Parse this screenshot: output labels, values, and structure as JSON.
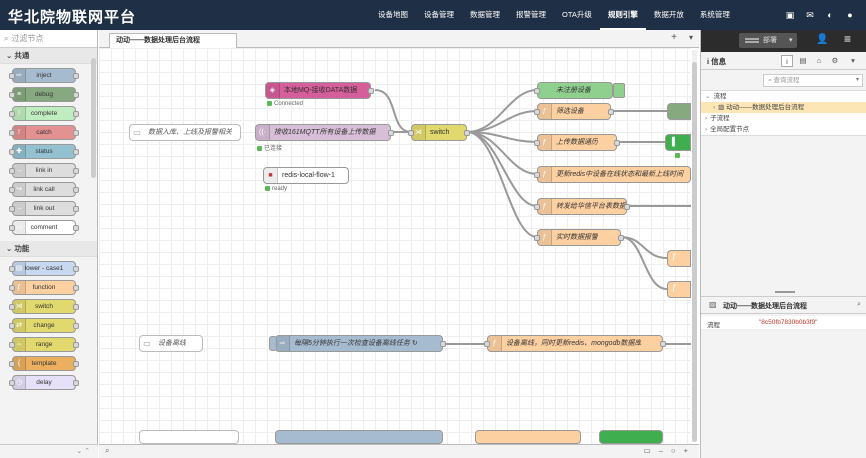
{
  "header": {
    "title": "华北院物联网平台",
    "nav": [
      "设备地图",
      "设备管理",
      "数据管理",
      "报警管理",
      "OTA升级",
      "规则引擎",
      "数据开放",
      "系统管理"
    ],
    "active_nav": "规则引擎",
    "icons": [
      "calendar-icon",
      "mail-icon",
      "theme-icon",
      "user-icon"
    ]
  },
  "palette": {
    "filter_placeholder": "过滤节点",
    "categories": [
      {
        "name": "共通",
        "nodes": [
          {
            "label": "inject",
            "color": "#a6bbcf"
          },
          {
            "label": "debug",
            "color": "#87a980"
          },
          {
            "label": "complete",
            "color": "#c0edc0"
          },
          {
            "label": "catch",
            "color": "#e49191"
          },
          {
            "label": "status",
            "color": "#94c1d0"
          },
          {
            "label": "link in",
            "color": "#dddddd"
          },
          {
            "label": "link call",
            "color": "#dddddd"
          },
          {
            "label": "link out",
            "color": "#dddddd"
          },
          {
            "label": "comment",
            "color": "#ffffff"
          }
        ]
      },
      {
        "name": "功能",
        "nodes": [
          {
            "label": "lower - case1",
            "color": "#c7d8f0"
          },
          {
            "label": "function",
            "color": "#fdd0a2"
          },
          {
            "label": "switch",
            "color": "#e2d96e"
          },
          {
            "label": "change",
            "color": "#e2d96e"
          },
          {
            "label": "range",
            "color": "#e2d96e"
          },
          {
            "label": "template",
            "color": "#ebaf5f"
          },
          {
            "label": "delay",
            "color": "#e6e0f8"
          }
        ]
      }
    ]
  },
  "workspace": {
    "tab_label": "动动——数据处理后台流程",
    "add_icon": "+",
    "menu_icon": "▾",
    "nodes": [
      {
        "id": "mq",
        "label": "本地MQ-接收DATA数据",
        "color": "#d65e9b",
        "status": "Connected",
        "italic": false
      },
      {
        "id": "mqtt161",
        "label": "接收161MQTT所有设备上传数据",
        "color": "#d8bfd8",
        "status": "已连接",
        "italic": true
      },
      {
        "id": "redis",
        "label": "redis-local-flow-1",
        "color": "#ffffff",
        "status": "ready",
        "italic": false
      },
      {
        "id": "switch",
        "label": "switch",
        "color": "#e2d96e",
        "status": "",
        "italic": false
      },
      {
        "id": "unreg",
        "label": "未注册设备",
        "color": "#8fd08f",
        "status": "",
        "italic": true
      },
      {
        "id": "filter",
        "label": "筛选设备",
        "color": "#fdd0a2",
        "status": "",
        "italic": true
      },
      {
        "id": "upload",
        "label": "上传数据通历",
        "color": "#fdd0a2",
        "status": "",
        "italic": true
      },
      {
        "id": "updredis",
        "label": "更新redis中设备在线状态和最新上线时间",
        "color": "#fdd0a2",
        "status": "",
        "italic": true
      },
      {
        "id": "forward",
        "label": "转发给华信平台表数据",
        "color": "#fdd0a2",
        "status": "",
        "italic": true
      },
      {
        "id": "alarm",
        "label": "实时数据报警",
        "color": "#fdd0a2",
        "status": "",
        "italic": true
      },
      {
        "id": "cron",
        "label": "每隔5分钟执行一次检查设备离线任务 ↻",
        "color": "#a6bbcf",
        "status": "",
        "italic": true
      },
      {
        "id": "offline",
        "label": "设备离线，同时更新redis、mongodb数据库",
        "color": "#fdd0a2",
        "status": "",
        "italic": true
      }
    ],
    "comments": [
      "数据入库、上线及报警相关",
      "设备离线"
    ],
    "zoom_controls": "▭ – ○ +"
  },
  "sidebar": {
    "deploy_label": "部署",
    "info_title": "信息",
    "search_placeholder": "查询流程",
    "tree": {
      "flows_label": "流程",
      "current_flow": "动动——数据处理后台流程",
      "subflows_label": "子流程",
      "global_label": "全局配置节点"
    },
    "details_title": "动动——数据处理后台流程",
    "prop_key": "流程",
    "prop_value": "\"8c50fb7830b0b3f9\""
  }
}
